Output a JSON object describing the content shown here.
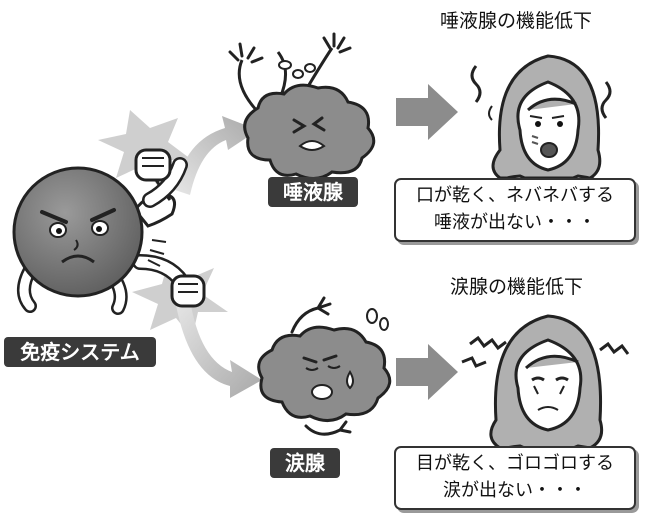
{
  "immune": {
    "label": "免疫システム"
  },
  "salivary": {
    "label": "唾液腺",
    "title": "唾液腺の機能低下",
    "symptom_line1": "口が乾く、ネバネバする",
    "symptom_line2": "唾液が出ない・・・"
  },
  "lacrimal": {
    "label": "涙腺",
    "title": "涙腺の機能低下",
    "symptom_line1": "目が乾く、ゴロゴロする",
    "symptom_line2": "涙が出ない・・・"
  }
}
